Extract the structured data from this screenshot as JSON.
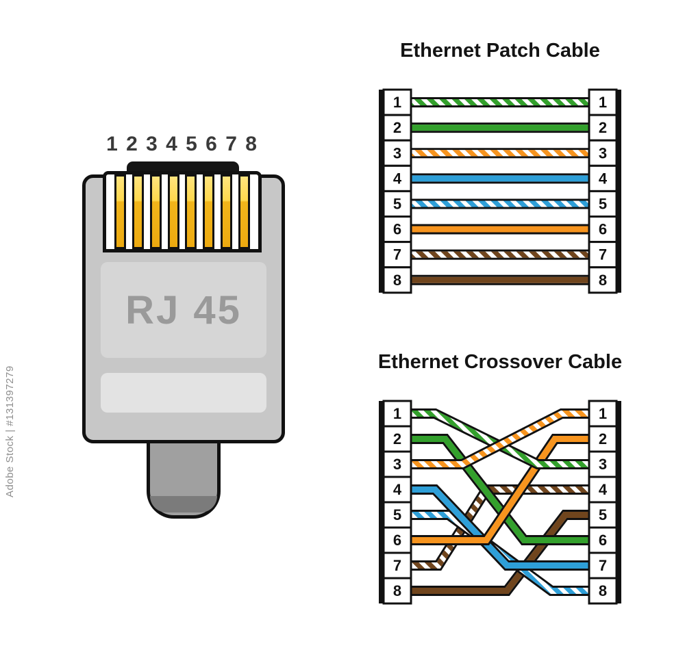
{
  "watermark": {
    "text": "Adobe Stock | #131397279"
  },
  "connector": {
    "pin_numbers": "1 2 3 4 5 6 7 8",
    "label": "RJ 45"
  },
  "colors": {
    "green": "#33a02c",
    "orange": "#f7941e",
    "blue": "#2e9fd8",
    "brown": "#70451d",
    "outline": "#111111"
  },
  "patch_diagram": {
    "title": "Ethernet Patch Cable",
    "left_pins": [
      "1",
      "2",
      "3",
      "4",
      "5",
      "6",
      "7",
      "8"
    ],
    "right_pins": [
      "1",
      "2",
      "3",
      "4",
      "5",
      "6",
      "7",
      "8"
    ],
    "wires": [
      {
        "from": 1,
        "to": 1,
        "color": "green",
        "stripe": true
      },
      {
        "from": 2,
        "to": 2,
        "color": "green",
        "stripe": false
      },
      {
        "from": 3,
        "to": 3,
        "color": "orange",
        "stripe": true
      },
      {
        "from": 4,
        "to": 4,
        "color": "blue",
        "stripe": false
      },
      {
        "from": 5,
        "to": 5,
        "color": "blue",
        "stripe": true
      },
      {
        "from": 6,
        "to": 6,
        "color": "orange",
        "stripe": false
      },
      {
        "from": 7,
        "to": 7,
        "color": "brown",
        "stripe": true
      },
      {
        "from": 8,
        "to": 8,
        "color": "brown",
        "stripe": false
      }
    ]
  },
  "crossover_diagram": {
    "title": "Ethernet Crossover Cable",
    "left_pins": [
      "1",
      "2",
      "3",
      "4",
      "5",
      "6",
      "7",
      "8"
    ],
    "right_pins": [
      "1",
      "2",
      "3",
      "4",
      "5",
      "6",
      "7",
      "8"
    ],
    "wires": [
      {
        "from": 1,
        "to": 3,
        "color": "green",
        "stripe": true
      },
      {
        "from": 2,
        "to": 6,
        "color": "green",
        "stripe": false
      },
      {
        "from": 3,
        "to": 1,
        "color": "orange",
        "stripe": true
      },
      {
        "from": 4,
        "to": 7,
        "color": "blue",
        "stripe": false
      },
      {
        "from": 5,
        "to": 8,
        "color": "blue",
        "stripe": true
      },
      {
        "from": 6,
        "to": 2,
        "color": "orange",
        "stripe": false
      },
      {
        "from": 7,
        "to": 4,
        "color": "brown",
        "stripe": true
      },
      {
        "from": 8,
        "to": 5,
        "color": "brown",
        "stripe": false
      }
    ]
  }
}
